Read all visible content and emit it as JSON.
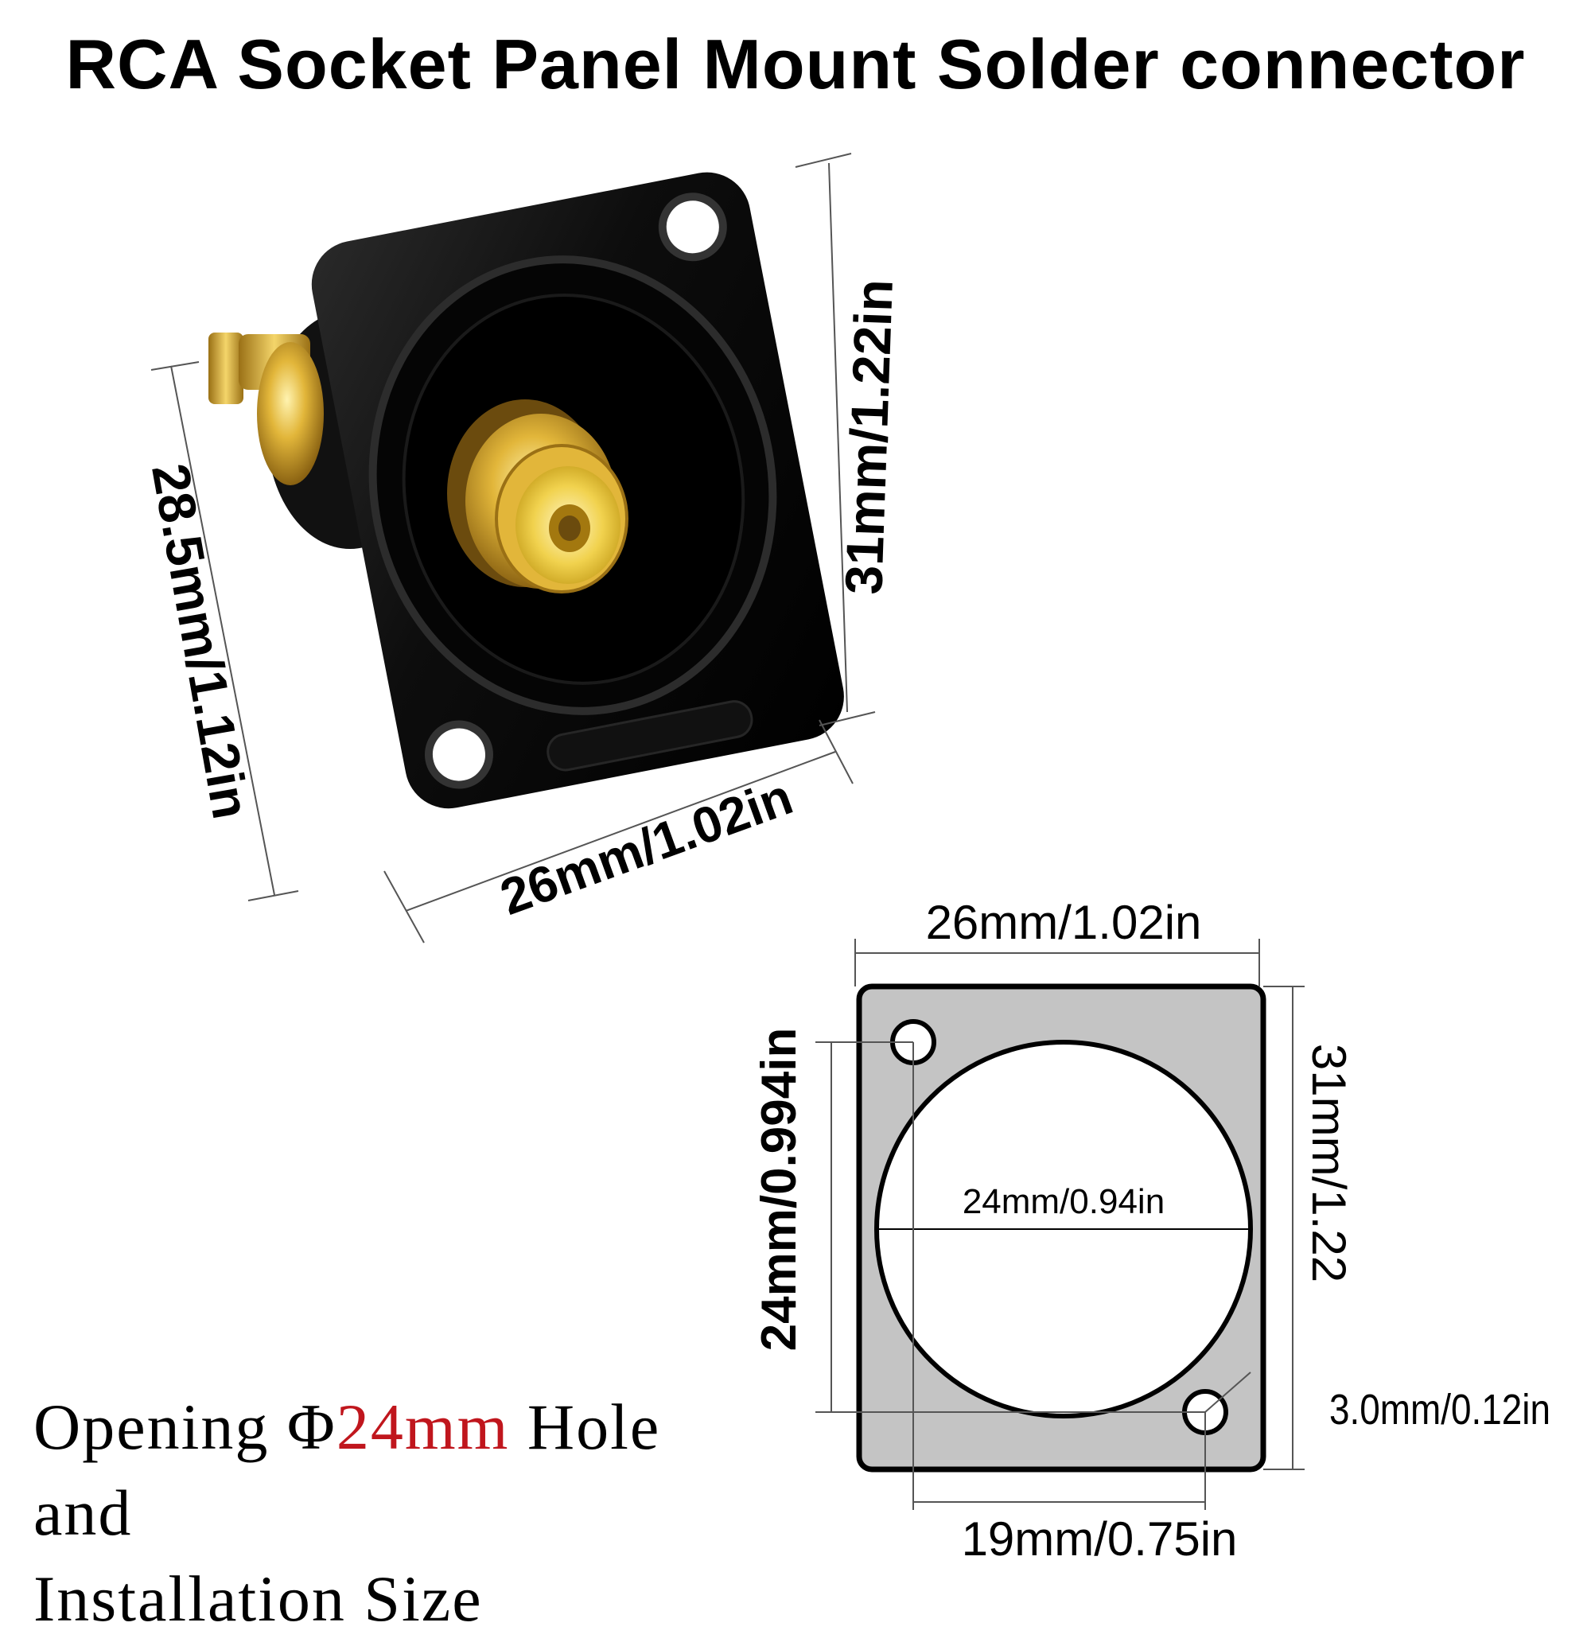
{
  "title": "RCA Socket Panel Mount Solder connector",
  "product_view": {
    "height_label": "31mm/1.22in",
    "depth_label": "28.5mm/1.12in",
    "width_label": "26mm/1.02in"
  },
  "drawing": {
    "top_width_label": "26mm/1.02in",
    "right_height_label": "31mm/1.22",
    "left_height_label": "24mm/0.994in",
    "opening_label": "24mm/0.94in",
    "hole_label": "3.0mm/0.12in",
    "bottom_width_label": "19mm/0.75in"
  },
  "caption": {
    "part1": "Opening Φ",
    "highlight": "24mm",
    "part2": " Hole and",
    "line2": "Installation Size"
  },
  "colors": {
    "plate_fill": "#c4c4c4",
    "highlight": "#c0161d",
    "gold": "#d8a82a",
    "insulator": "#e9c742"
  }
}
